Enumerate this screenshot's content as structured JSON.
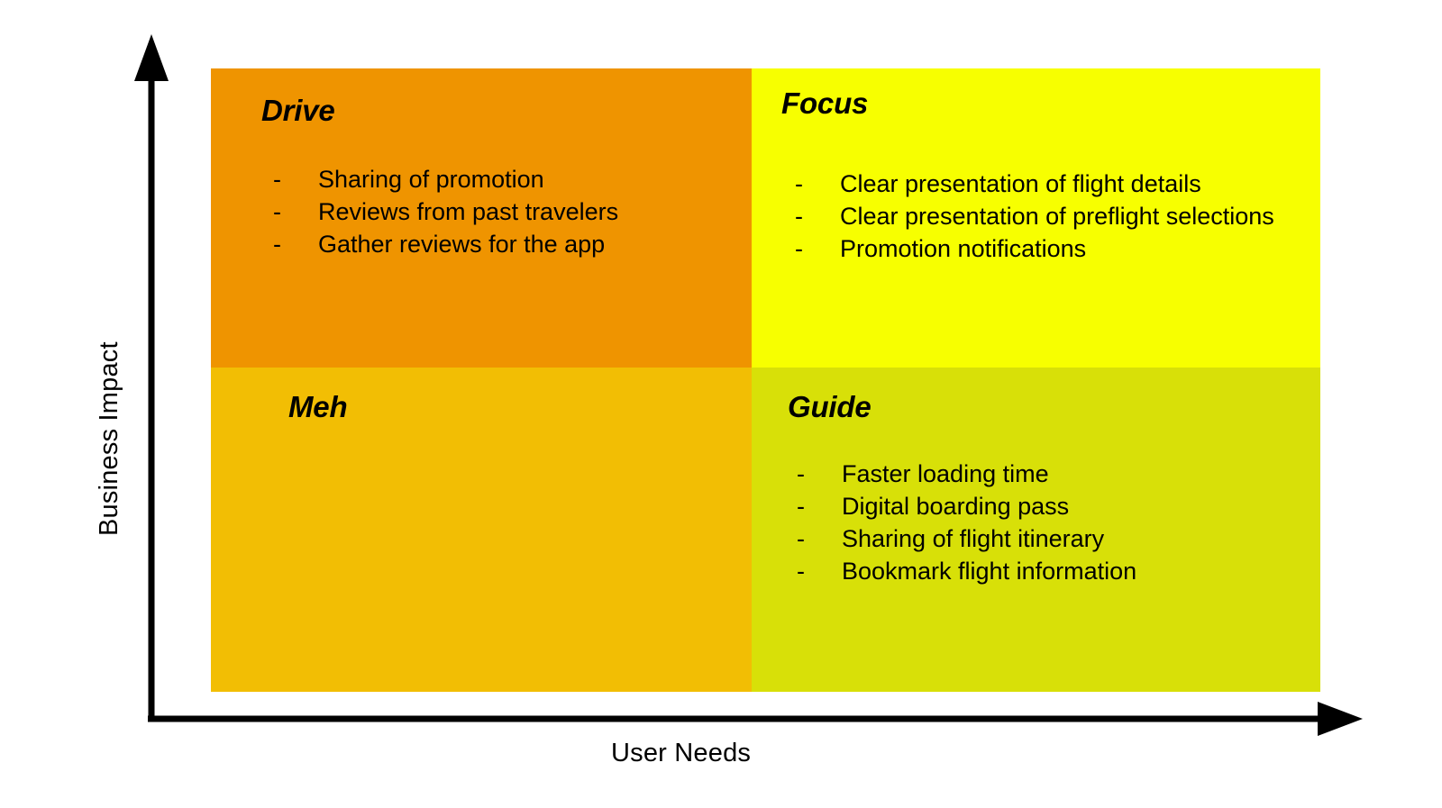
{
  "diagram": {
    "type": "2x2-prioritization-matrix",
    "axes": {
      "y_label": "Business Impact",
      "x_label": "User Needs",
      "y_arrow_icon": "arrow-up-icon",
      "x_arrow_icon": "arrow-right-icon"
    },
    "colors": {
      "drive": "#ef9400",
      "focus": "#f7ff00",
      "meh": "#f2be04",
      "guide": "#d8e008",
      "axis": "#000000",
      "text": "#000000",
      "background": "#ffffff"
    },
    "bullet_marker": "-",
    "quadrants": [
      {
        "key": "drive",
        "title": "Drive",
        "position": "top-left",
        "meaning": "high business impact, low user needs",
        "items": [
          "Sharing of promotion",
          "Reviews from past travelers",
          "Gather reviews for the app"
        ]
      },
      {
        "key": "focus",
        "title": "Focus",
        "position": "top-right",
        "meaning": "high business impact, high user needs",
        "items": [
          "Clear presentation of flight details",
          "Clear presentation of preflight selections",
          "Promotion notifications"
        ]
      },
      {
        "key": "meh",
        "title": "Meh",
        "position": "bottom-left",
        "meaning": "low business impact, low user needs",
        "items": []
      },
      {
        "key": "guide",
        "title": "Guide",
        "position": "bottom-right",
        "meaning": "low business impact, high user needs",
        "items": [
          "Faster loading time",
          "Digital boarding pass",
          "Sharing of flight itinerary",
          "Bookmark flight information"
        ]
      }
    ]
  }
}
